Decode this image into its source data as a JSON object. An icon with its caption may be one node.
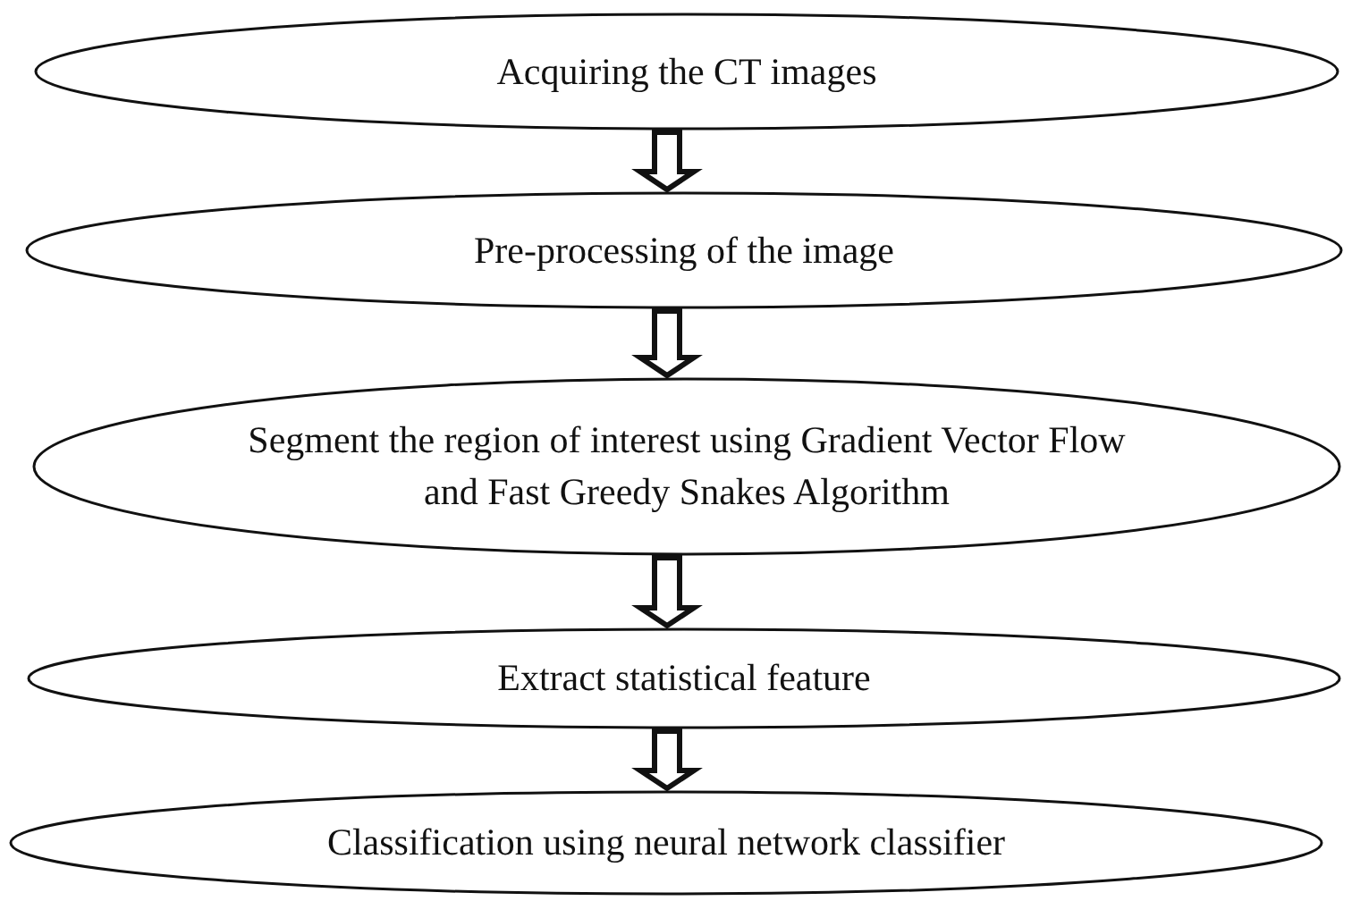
{
  "diagram": {
    "nodes": [
      {
        "text": [
          "Acquiring the CT images"
        ]
      },
      {
        "text": [
          "Pre-processing of the image"
        ]
      },
      {
        "text": [
          "Segment the region of interest using Gradient Vector Flow and Fast Greedy Snakes Algorithm"
        ]
      },
      {
        "text": [
          "Extract statistical feature"
        ]
      },
      {
        "text": [
          "Classification using neural network classifier"
        ]
      }
    ],
    "edges": [
      {
        "from": 0,
        "to": 1,
        "arrow": "to"
      },
      {
        "from": 1,
        "to": 2,
        "arrow": "to"
      },
      {
        "from": 2,
        "to": 3,
        "arrow": "to"
      },
      {
        "from": 3,
        "to": 4,
        "arrow": "to"
      }
    ]
  }
}
